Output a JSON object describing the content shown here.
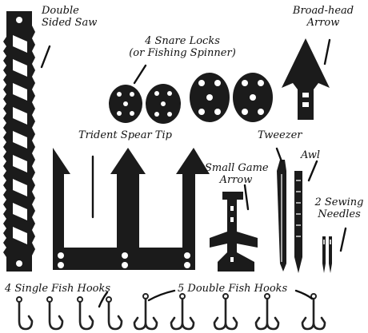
{
  "labels": {
    "saw_line1": "Double",
    "saw_line2": "Sided Saw",
    "arrow_line1": "Broad-head",
    "arrow_line2": "Arrow",
    "snare_line1": "4 Snare Locks",
    "snare_line2": "(or Fishing Spinner)",
    "trident": "Trident Spear Tip",
    "tweezer": "Tweezer",
    "awl": "Awl",
    "small_game_line1": "Small Game",
    "small_game_line2": "Arrow",
    "needles_line1": "2 Sewing",
    "needles_line2": "Needles",
    "single_hooks": "4 Single Fish Hooks",
    "double_hooks": "5 Double Fish Hooks"
  },
  "colors": {
    "ink": "#1b1b1b",
    "background": "#ffffff"
  },
  "items": [
    {
      "name": "double-sided-saw",
      "count": 1
    },
    {
      "name": "broad-head-arrow",
      "count": 1
    },
    {
      "name": "snare-lock",
      "count": 4
    },
    {
      "name": "trident-spear-tip",
      "count": 1
    },
    {
      "name": "small-game-arrow",
      "count": 1
    },
    {
      "name": "tweezer",
      "count": 1
    },
    {
      "name": "awl",
      "count": 1
    },
    {
      "name": "sewing-needle",
      "count": 2
    },
    {
      "name": "single-fish-hook",
      "count": 4
    },
    {
      "name": "double-fish-hook",
      "count": 5
    }
  ]
}
